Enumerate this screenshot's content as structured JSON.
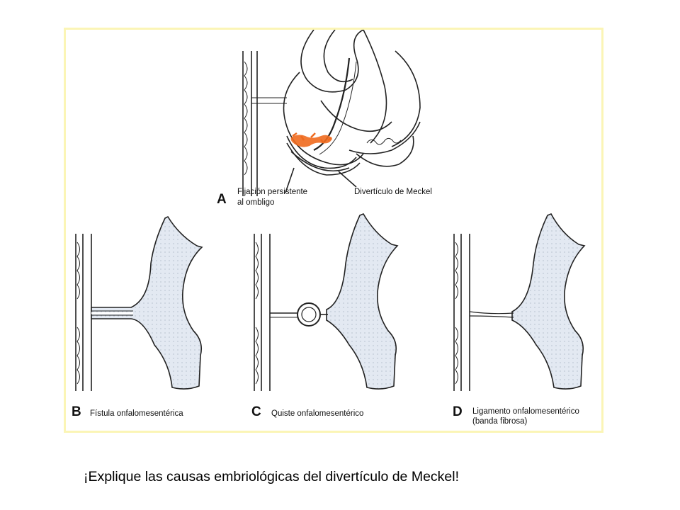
{
  "figure": {
    "panel_border_color": "#fbf5b6",
    "line_color": "#222222",
    "fill_color": "#dfe6f0",
    "highlight_color": "#ef6a1e",
    "panels": {
      "a": {
        "letter": "A",
        "label_left_1": "Fijación persistente",
        "label_left_2": "al ombligo",
        "label_right": "Divertículo de Meckel"
      },
      "b": {
        "letter": "B",
        "label_1": "Fístula onfalomesentérica"
      },
      "c": {
        "letter": "C",
        "label_1": "Quiste onfalomesentérico"
      },
      "d": {
        "letter": "D",
        "label_1": "Ligamento onfalomesentérico",
        "label_2": "(banda fibrosa)"
      }
    }
  },
  "caption": "¡Explique las causas embriológicas del divertículo de Meckel!"
}
